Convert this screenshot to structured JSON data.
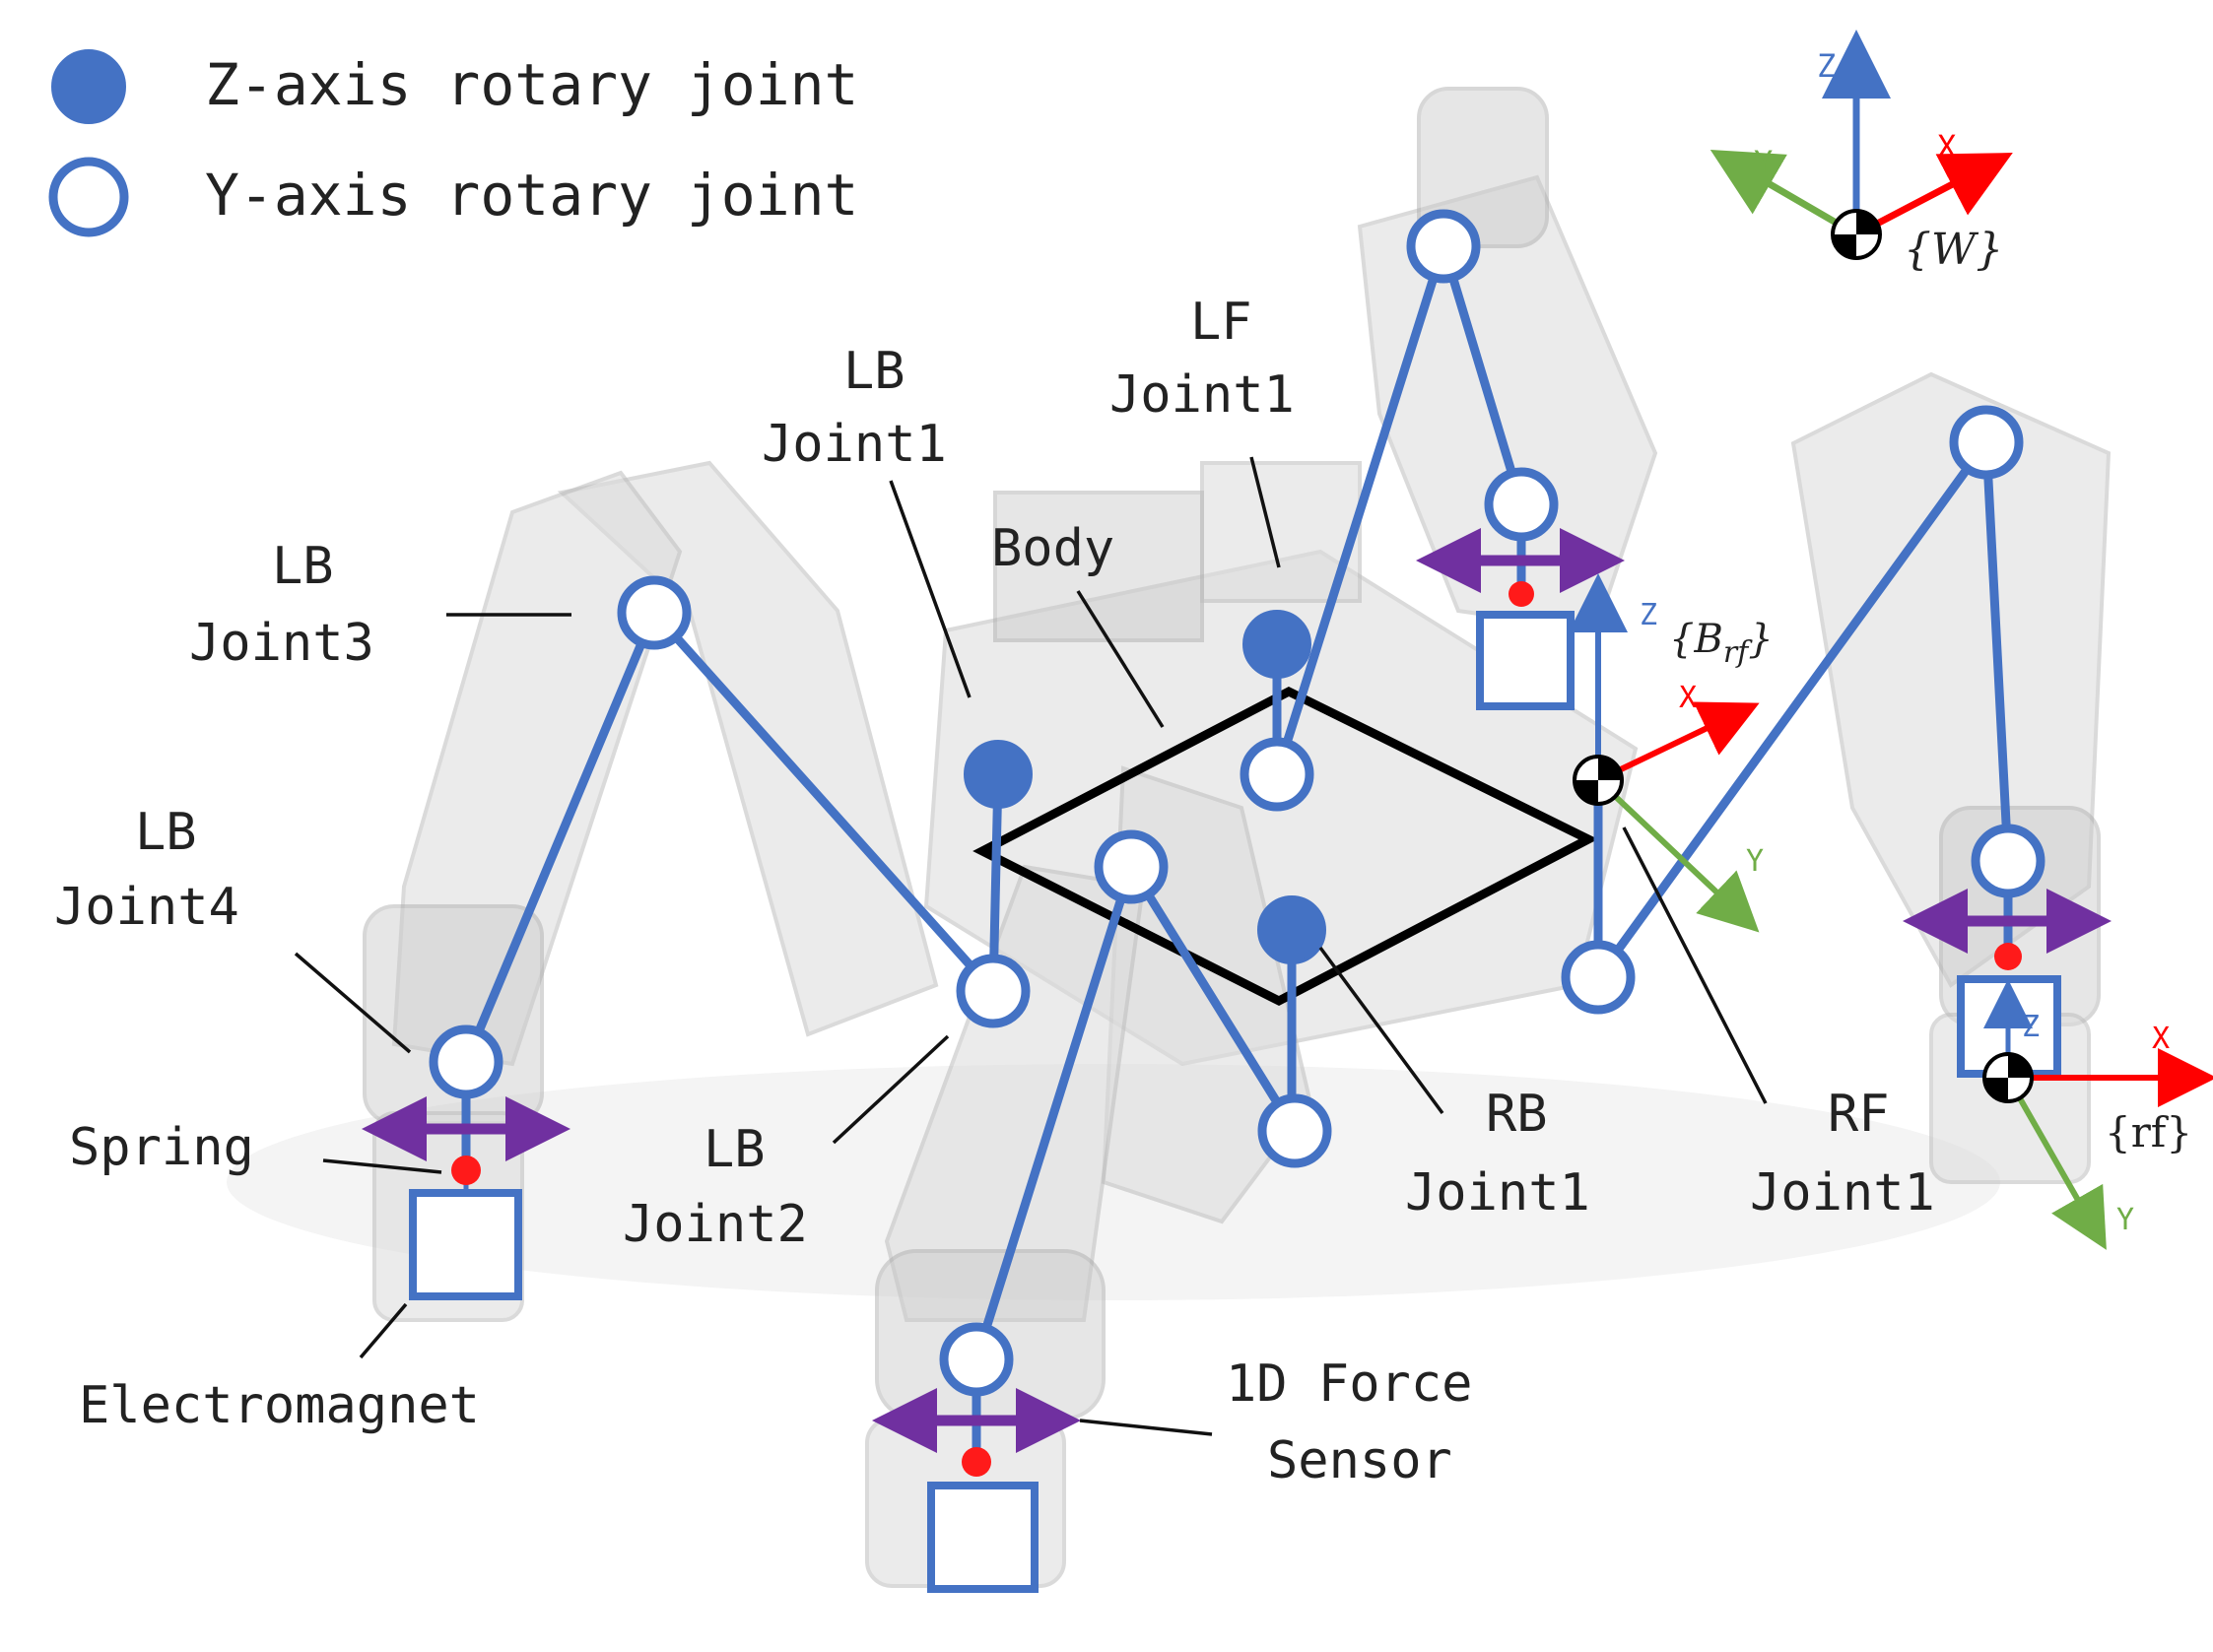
{
  "legend": {
    "z_joint": "Z-axis rotary joint",
    "y_joint": "Y-axis rotary joint"
  },
  "labels": {
    "lf_joint1": [
      "LF",
      "Joint1"
    ],
    "lb_joint1": [
      "LB",
      "Joint1"
    ],
    "lb_joint2": [
      "LB",
      "Joint2"
    ],
    "lb_joint3": [
      "LB",
      "Joint3"
    ],
    "lb_joint4": [
      "LB",
      "Joint4"
    ],
    "rb_joint1": [
      "RB",
      "Joint1"
    ],
    "rf_joint1": [
      "RF",
      "Joint1"
    ],
    "body": "Body",
    "spring": "Spring",
    "electromagnet": "Electromagnet",
    "force_sensor": [
      "1D Force",
      "Sensor"
    ]
  },
  "frames": {
    "world": {
      "name": "{W}",
      "x": "X",
      "y": "Y",
      "z": "Z"
    },
    "body_rf": {
      "name_prefix": "{B",
      "name_sub": "rf",
      "name_suffix": "}",
      "x": "X",
      "y": "Y",
      "z": "Z"
    },
    "foot_rf": {
      "name": "{rf}",
      "x": "X",
      "y": "Y",
      "z": "Z"
    }
  },
  "colors": {
    "joint_blue": "#4472c4",
    "spring_arrow": "#7030a0",
    "spring_dot": "#ff1a1a",
    "axis_x": "#ff0000",
    "axis_y": "#70ad47",
    "axis_z": "#4472c4",
    "body_frame": "#000000"
  }
}
